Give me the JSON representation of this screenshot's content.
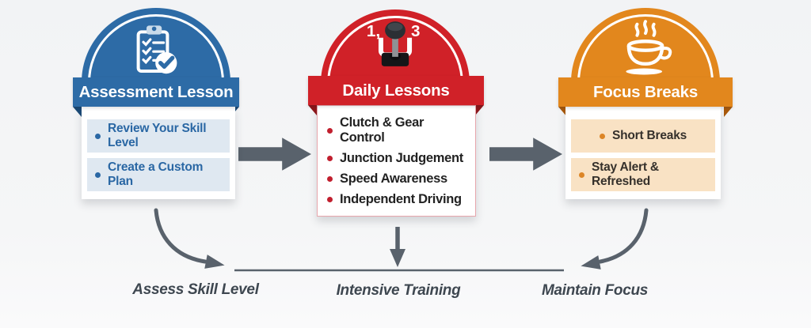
{
  "stages": [
    {
      "title": "Assessment Lesson",
      "icon": "clipboard-check-icon",
      "color": "#2d6ba6",
      "fold_color": "#1b4a77",
      "row_bg": "#dfe8f1",
      "item_text_color": "#2a67a4",
      "bullet_color": "#2a67a4",
      "items": [
        "Review Your Skill Level",
        "Create a Custom Plan"
      ],
      "flow_label": "Assess Skill Level"
    },
    {
      "title": "Daily Lessons",
      "icon": "gearshift-icon",
      "icon_labels": [
        "1,",
        "3"
      ],
      "color": "#d02128",
      "fold_color": "#8f171b",
      "card_border_color": "#e7a6ac",
      "item_text_color": "#222222",
      "bullet_color": "#c11f2e",
      "items": [
        "Clutch & Gear Control",
        "Junction Judgement",
        "Speed Awareness",
        "Independent Driving"
      ],
      "flow_label": "Intensive Training"
    },
    {
      "title": "Focus Breaks",
      "icon": "coffee-cup-icon",
      "color": "#e2871d",
      "fold_color": "#aa5a0c",
      "row_bg": "#f9e2c4",
      "item_text_color": "#35302b",
      "bullet_color": "#dc8526",
      "items": [
        "Short Breaks",
        "Stay Alert & Refreshed"
      ],
      "flow_label": "Maintain Focus"
    }
  ],
  "connector_color": "#59626c",
  "flow_label_color": "#3e4750",
  "background_color": "#f2f3f5"
}
